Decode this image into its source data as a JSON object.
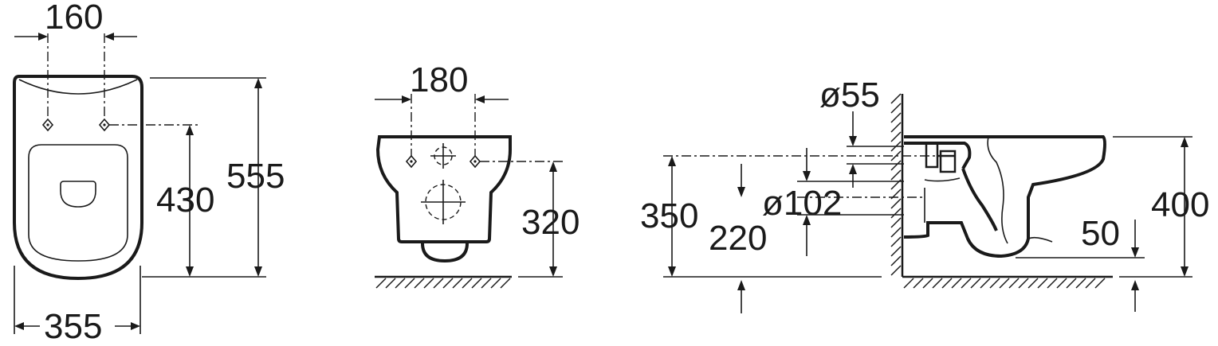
{
  "top_view": {
    "bolt_spacing": "160",
    "fixing_height": "430",
    "total_length": "555",
    "width": "355"
  },
  "front_view": {
    "outlet_spacing": "180",
    "fixing_height": "320"
  },
  "side_view": {
    "inlet_diameter": "ø55",
    "outlet_diameter": "ø102",
    "inlet_height": "350",
    "outlet_height": "220",
    "rim_height": "400",
    "rim_offset": "50"
  }
}
